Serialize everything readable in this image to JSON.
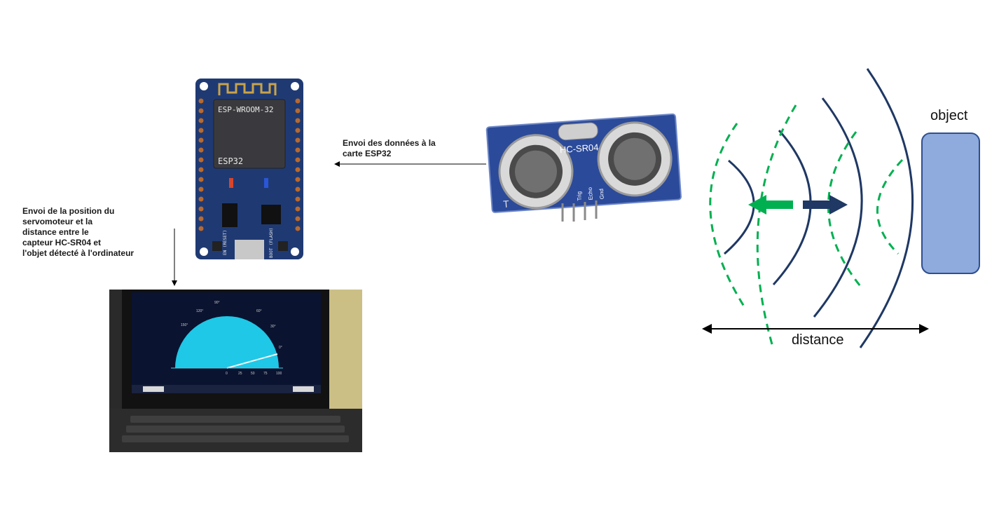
{
  "captions": {
    "esp32_data": "Envoi des données à la\ncarte ESP32",
    "computer_data": "Envoi de la position du\nservomoteur et la\ndistance entre le\ncapteur HC-SR04 et\nl'objet détecté à  l'ordinateur"
  },
  "esp32_board": {
    "module_label": "ESP-WROOM-32",
    "chip_label": "ESP32",
    "button_left": "EN (RESET)",
    "button_right": "BOOT (FLASH)",
    "color": "#1f3a73"
  },
  "sensor": {
    "model": "HC-SR04",
    "corner_mark": "T",
    "pins": [
      "Trig",
      "Echo",
      "Gnd"
    ],
    "color": "#2b4a9a"
  },
  "principle": {
    "object_label": "object",
    "distance_label": "distance",
    "emitted_color": "#1f3864",
    "reflected_color": "#00b050",
    "object_color": "#8faadc"
  },
  "radar_screen": {
    "angle_labels": [
      "150°",
      "120°",
      "90°",
      "60°",
      "30°",
      "0°"
    ],
    "range_labels": [
      "0",
      "25",
      "50",
      "75",
      "100"
    ],
    "sweep_color": "#1ec8e6"
  },
  "colors": {
    "arrow": "#000000"
  }
}
